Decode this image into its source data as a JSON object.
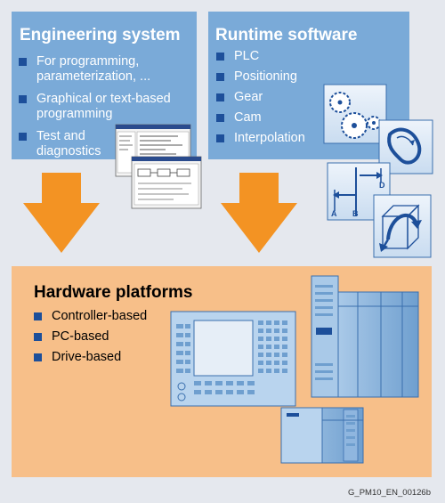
{
  "engineering": {
    "title": "Engineering system",
    "items": [
      "For programming, parameterization, ...",
      "Graphical or text-based programming",
      "Test and diagnostics"
    ]
  },
  "runtime": {
    "title": "Runtime software",
    "items": [
      "PLC",
      "Positioning",
      "Gear",
      "Cam",
      "Interpolation"
    ]
  },
  "hardware": {
    "title": "Hardware platforms",
    "items": [
      "Controller-based",
      "PC-based",
      "Drive-based"
    ]
  },
  "diagram_labels": {
    "axis_a": "A",
    "axis_b": "B",
    "axis_d": "D"
  },
  "footer": "G_PM10_EN_00126b",
  "colors": {
    "blue_panel": "#7aaad8",
    "orange_panel": "#f7bf89",
    "arrow": "#f39323",
    "bullet": "#1d4f9a"
  }
}
